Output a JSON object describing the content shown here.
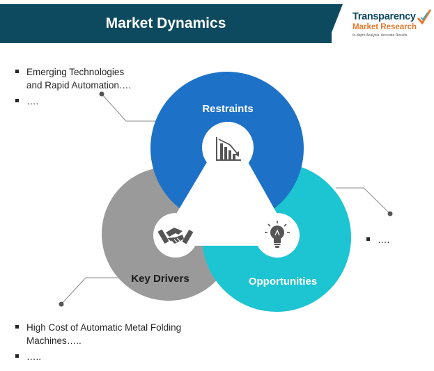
{
  "header": {
    "title": "Market Dynamics"
  },
  "logo": {
    "line1": "Transparency",
    "line2": "Market Research",
    "tagline": "In-depth Analysis. Accurate Results"
  },
  "segments": {
    "restraints": {
      "label": "Restraints",
      "icon": "declining-bar-chart-icon",
      "color": "#1d72c8"
    },
    "opportunities": {
      "label": "Opportunities",
      "icon": "lightbulb-icon",
      "color": "#1dc4d2"
    },
    "drivers": {
      "label": "Key Drivers",
      "icon": "handshake-icon",
      "color": "#9a9a9a"
    }
  },
  "restraints_points": [
    "Emerging Technologies and Rapid Automation….",
    "…."
  ],
  "opportunities_points": [
    "…."
  ],
  "drivers_points": [
    "High Cost of Automatic Metal Folding Machines…..",
    "….."
  ],
  "colors": {
    "header_bg": "#0d4a5f",
    "logo_orange": "#e8792b",
    "connector": "#8a8a8a"
  }
}
